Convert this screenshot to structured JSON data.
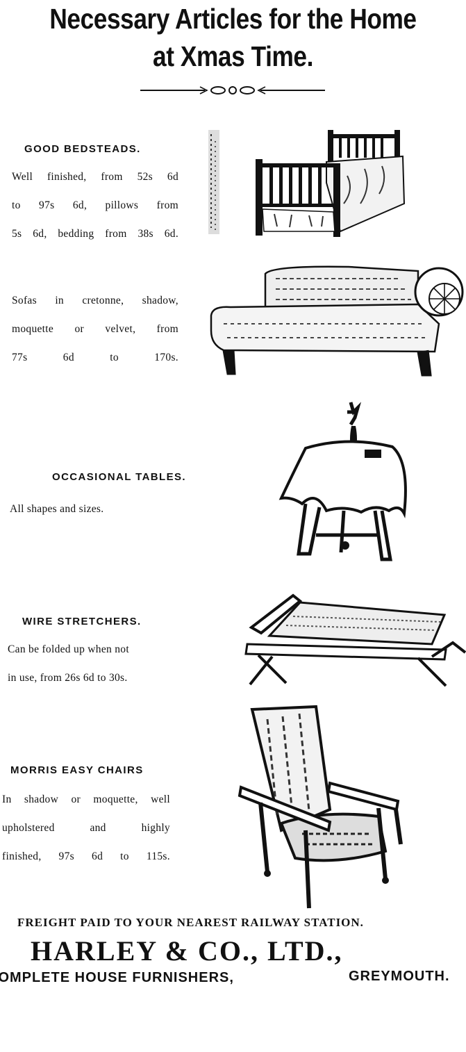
{
  "header": {
    "title_line1": "Necessary Articles for the Home",
    "title_line2": "at Xmas Time."
  },
  "items": [
    {
      "heading": "GOOD BEDSTEADS.",
      "lines": [
        "Well finished, from 52s 6d",
        "to 97s 6d, pillows from",
        "5s 6d, bedding from 38s 6d."
      ],
      "image": "bedstead-illustration"
    },
    {
      "heading": "",
      "lines": [
        "Sofas in cretonne, shadow,",
        "moquette or velvet, from",
        "77s 6d to 170s."
      ],
      "image": "sofa-illustration"
    },
    {
      "heading": "OCCASIONAL TABLES.",
      "lines": [
        "All shapes and sizes."
      ],
      "image": "table-illustration"
    },
    {
      "heading": "WIRE STRETCHERS.",
      "lines": [
        "Can be folded up when not",
        "in use, from 26s 6d to 30s."
      ],
      "image": "stretcher-illustration"
    },
    {
      "heading": "MORRIS EASY CHAIRS",
      "lines": [
        "In shadow or moquette, well",
        "upholstered and highly",
        "finished, 97s 6d to 115s."
      ],
      "image": "chair-illustration"
    }
  ],
  "footer": {
    "freight": "FREIGHT PAID TO YOUR NEAREST RAILWAY STATION.",
    "company": "HARLEY & CO., LTD.,",
    "tagline": "COMPLETE HOUSE FURNISHERS,",
    "town": "GREYMOUTH."
  }
}
